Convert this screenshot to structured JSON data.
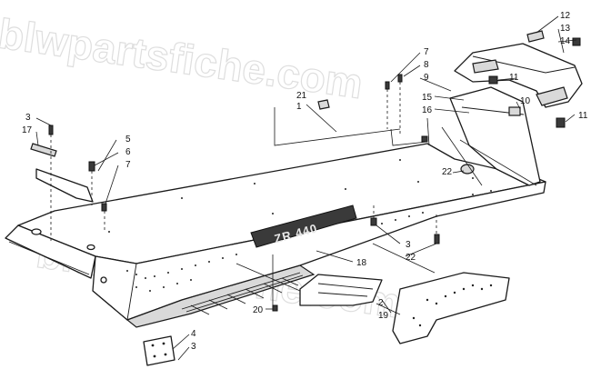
{
  "watermark": "blwpartsfiche.com",
  "badge_logo": "ZR 440",
  "callouts": {
    "c1": "1",
    "c2": "2",
    "c3a": "3",
    "c3b": "3",
    "c3c": "3",
    "c4": "4",
    "c5": "5",
    "c6": "6",
    "c7a": "7",
    "c7b": "7",
    "c8": "8",
    "c9": "9",
    "c10": "10",
    "c11a": "11",
    "c11b": "11",
    "c12": "12",
    "c13": "13",
    "c14": "14",
    "c15": "15",
    "c16": "16",
    "c17": "17",
    "c18": "18",
    "c19": "19",
    "c20": "20",
    "c21": "21",
    "c22a": "22",
    "c22b": "22"
  }
}
